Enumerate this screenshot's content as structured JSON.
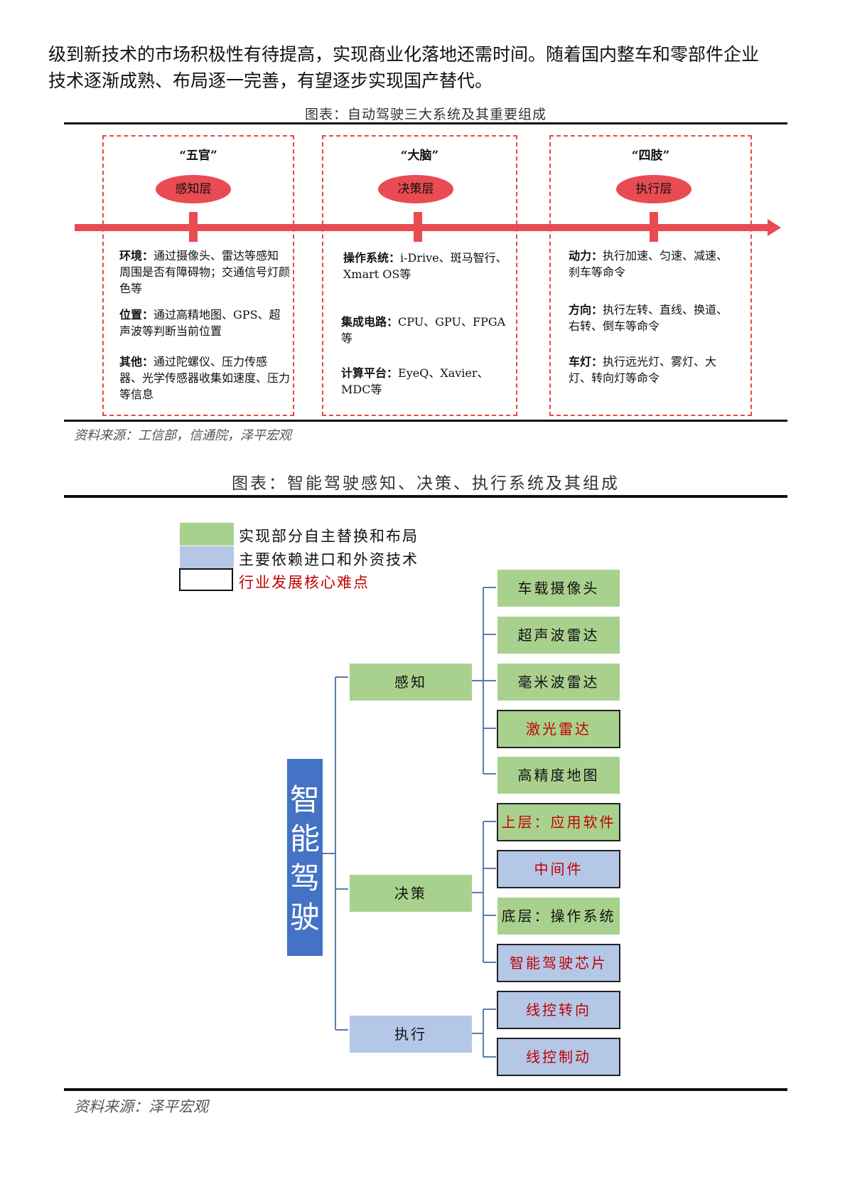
{
  "intro": {
    "line1": "级到新技术的市场积极性有待提高，实现商业化落地还需时间。随着国内整车和零部件企业",
    "line2": "技术逐渐成熟、布局逐一完善，有望逐步实现国产替代。"
  },
  "fig1": {
    "caption": "图表：自动驾驶三大系统及其重要组成",
    "columns": [
      {
        "quote": "“五官”",
        "layer": "感知层",
        "items": [
          {
            "label": "环境：",
            "text": "通过摄像头、雷达等感知周围是否有障碍物；交通信号灯颜色等"
          },
          {
            "label": "位置：",
            "text": "通过高精地图、GPS、超声波等判断当前位置"
          },
          {
            "label": "其他：",
            "text": "通过陀螺仪、压力传感器、光学传感器收集如速度、压力等信息"
          }
        ]
      },
      {
        "quote": "“大脑”",
        "layer": "决策层",
        "items": [
          {
            "label": "操作系统：",
            "text": "i-Drive、斑马智行、Xmart OS等"
          },
          {
            "label": "集成电路：",
            "text": "CPU、GPU、FPGA等"
          },
          {
            "label": "计算平台：",
            "text": "EyeQ、Xavier、MDC等"
          }
        ]
      },
      {
        "quote": "“四肢”",
        "layer": "执行层",
        "items": [
          {
            "label": "动力：",
            "text": "执行加速、匀速、减速、刹车等命令"
          },
          {
            "label": "方向：",
            "text": "执行左转、直线、换道、右转、倒车等命令"
          },
          {
            "label": "车灯：",
            "text": "执行远光灯、雾灯、大灯、转向灯等命令"
          }
        ]
      }
    ],
    "source": "资料来源：工信部，信通院，泽平宏观"
  },
  "fig2": {
    "caption": "图表：智能驾驶感知、决策、执行系统及其组成",
    "legend": {
      "green": "实现部分自主替换和布局",
      "blue": "主要依赖进口和外资技术",
      "outline": "行业发展核心难点"
    },
    "root": "智能驾驶",
    "categories": {
      "perception": "感知",
      "decision": "决策",
      "execution": "执行"
    },
    "leaves": {
      "camera": "车载摄像头",
      "ultrasonic": "超声波雷达",
      "mmwave": "毫米波雷达",
      "lidar": "激光雷达",
      "hdmap": "高精度地图",
      "app": "上层：应用软件",
      "middleware": "中间件",
      "os": "底层：操作系统",
      "chip": "智能驾驶芯片",
      "steer": "线控转向",
      "brake": "线控制动"
    },
    "colors": {
      "green": "#a9d18e",
      "blue": "#b4c7e7",
      "root": "#4472c4",
      "accent_red": "#c00000"
    },
    "source": "资料来源：泽平宏观"
  }
}
